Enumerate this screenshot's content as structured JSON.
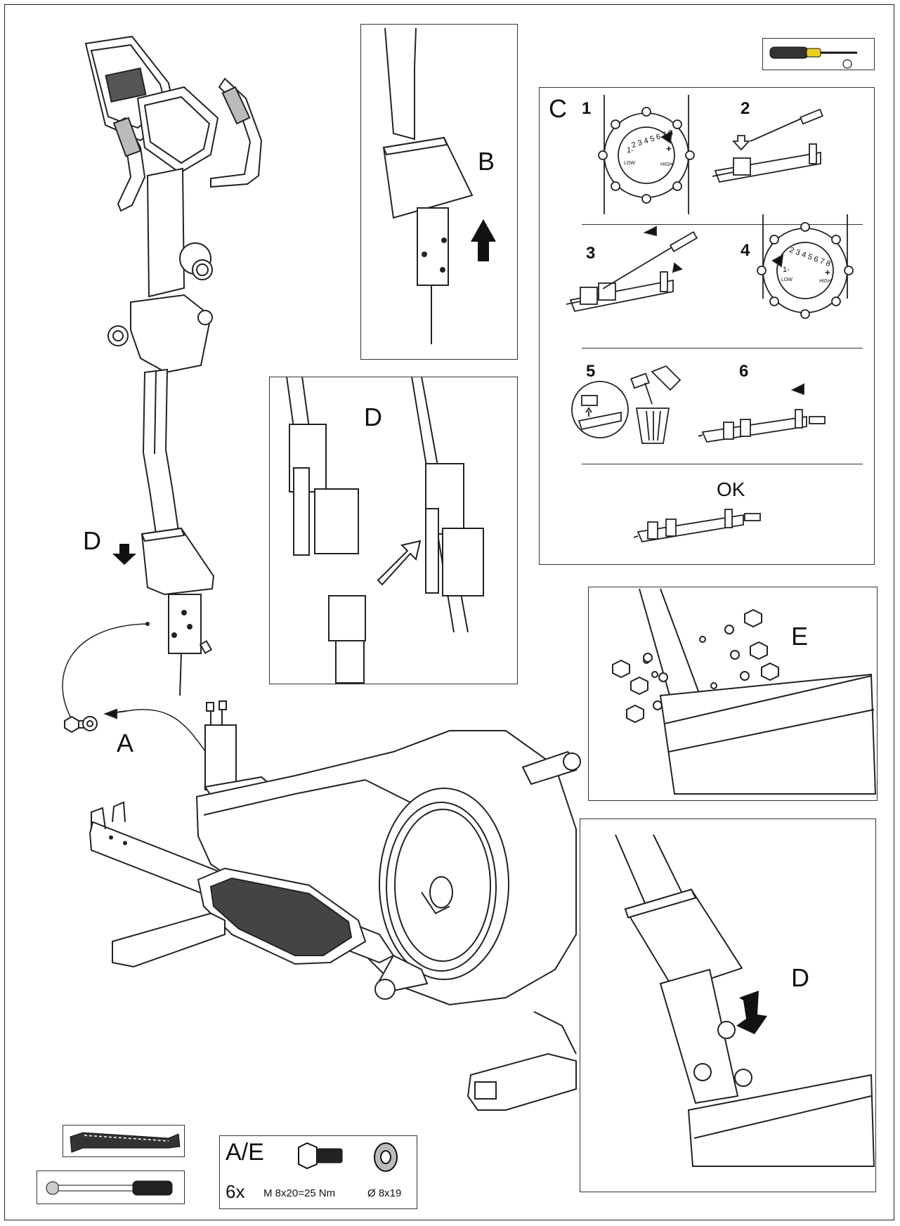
{
  "labels": {
    "a": "A",
    "b": "B",
    "c": "C",
    "d_main": "D",
    "d_detail": "D",
    "d_bottom": "D",
    "e": "E"
  },
  "steps_c": {
    "s1": "1",
    "s2": "2",
    "s3": "3",
    "s4": "4",
    "s5": "5",
    "s6": "6",
    "ok": "OK"
  },
  "dial": {
    "scale": "2 3 4 5 6 7 8",
    "low_mark": "1-",
    "high_mark": "+",
    "low": "LOW",
    "high": "HIGH"
  },
  "hardware": {
    "title": "A/E",
    "qty": "6x",
    "bolt": "M 8x20=25 Nm",
    "washer": "Ø 8x19"
  },
  "icons": {
    "screwdriver": "screwdriver-icon",
    "wrench": "wrench-icon",
    "torque_wrench": "torque-wrench-icon",
    "bolt": "bolt-icon",
    "washer": "washer-icon"
  },
  "colors": {
    "line": "#222222",
    "frame": "#333333",
    "accent_yellow": "#e8d020"
  }
}
